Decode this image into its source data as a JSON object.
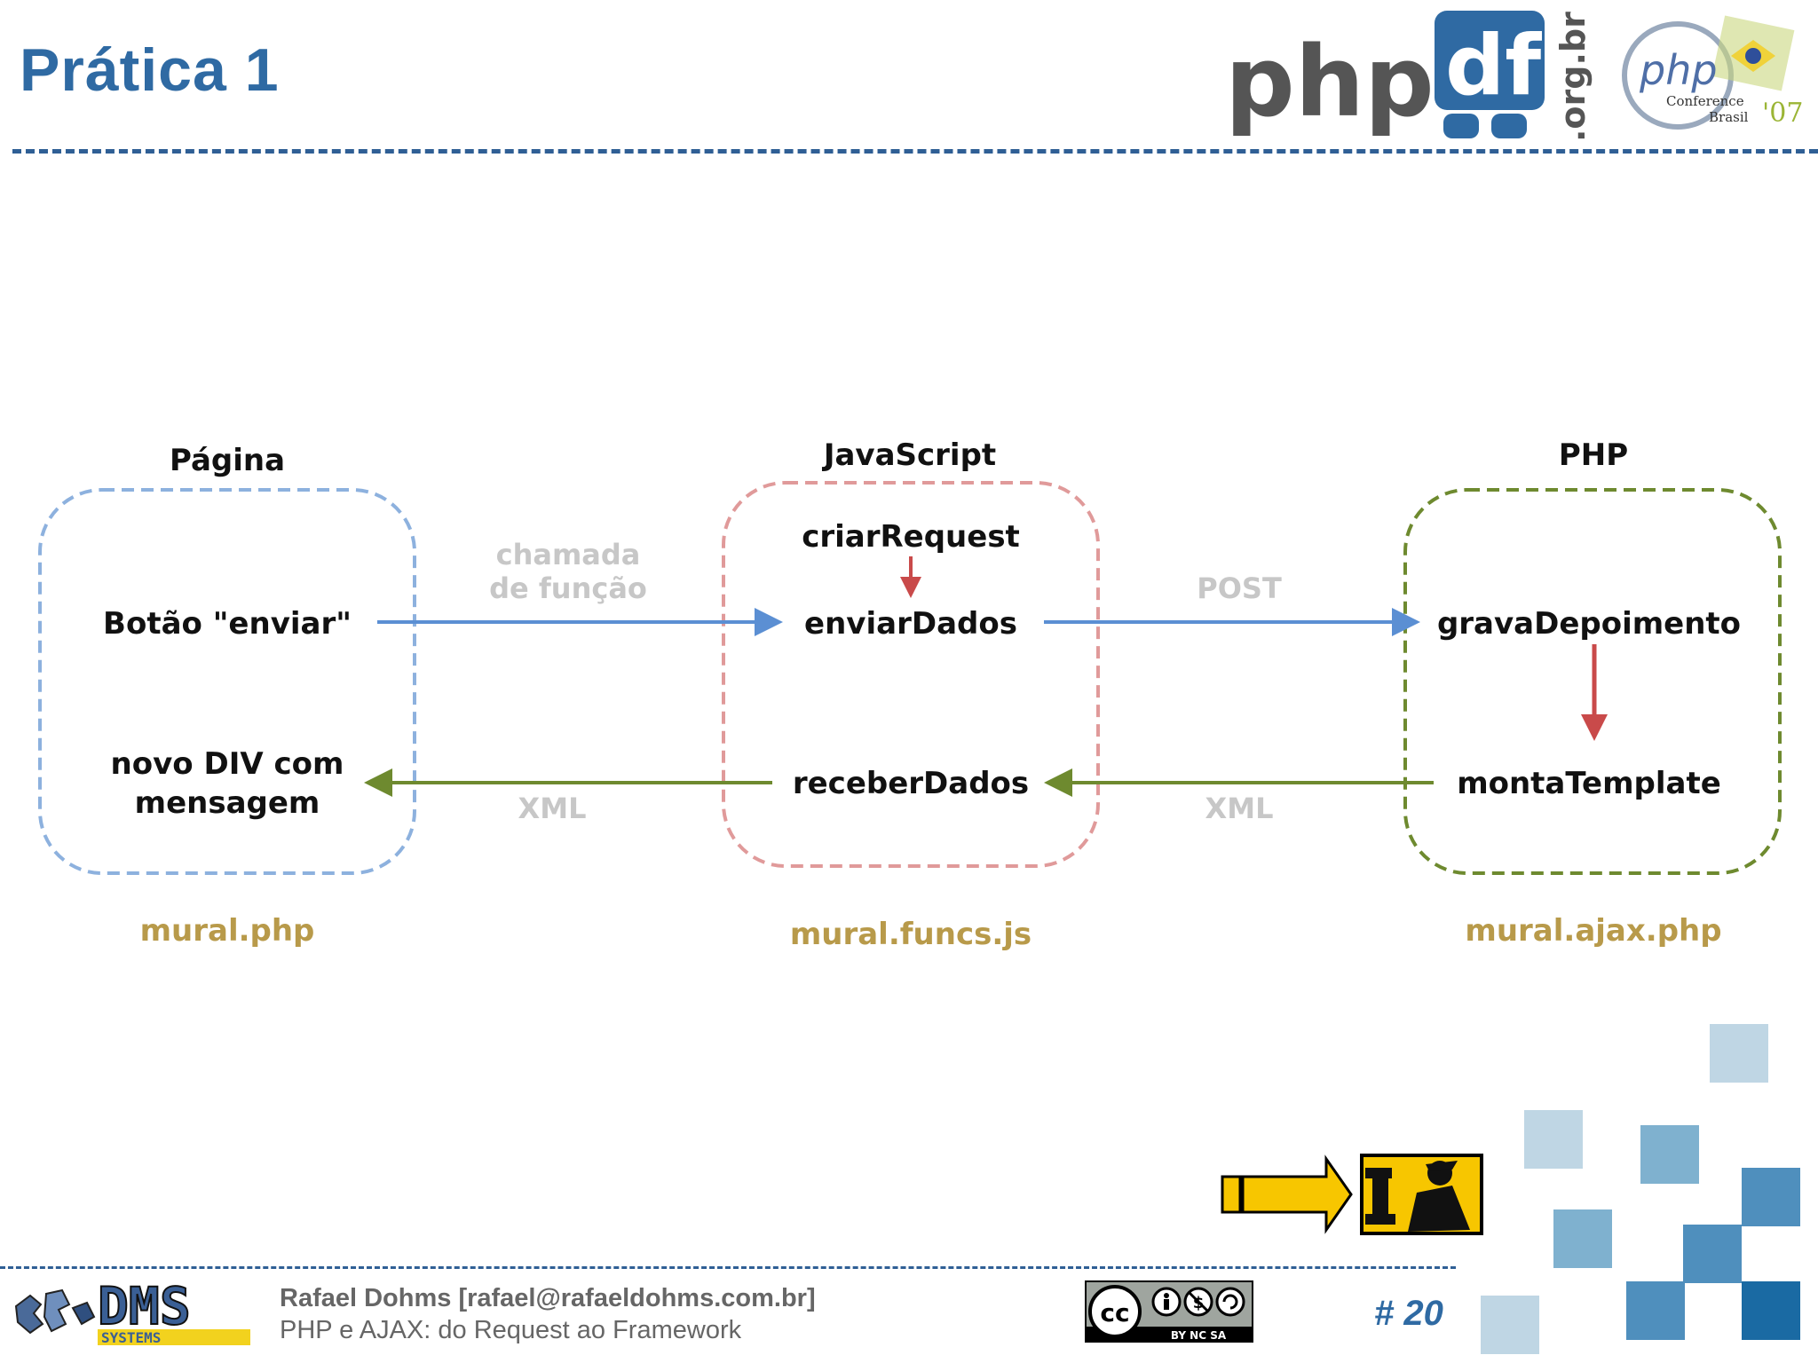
{
  "slide": {
    "title": "Prática 1",
    "page_number": "# 20"
  },
  "header": {
    "logo_php": "php",
    "logo_df": "df",
    "logo_domain": ".org.br",
    "conf_php": "php",
    "conf_line1": "Conference",
    "conf_line2": "Brasil",
    "conf_year": "'07"
  },
  "diagram": {
    "columns": [
      {
        "heading": "Página",
        "file": "mural.php",
        "color": "#6f9fd4"
      },
      {
        "heading": "JavaScript",
        "file": "mural.funcs.js",
        "color": "#d98080"
      },
      {
        "heading": "PHP",
        "file": "mural.ajax.php",
        "color": "#6e8a2f"
      }
    ],
    "nodes": {
      "botao": "Botão \"enviar\"",
      "novo_div_line1": "novo DIV com",
      "novo_div_line2": "mensagem",
      "criar": "criarRequest",
      "enviar": "enviarDados",
      "receber": "receberDados",
      "grava": "gravaDepoimento",
      "monta": "montaTemplate"
    },
    "edges": {
      "chamada_line1": "chamada",
      "chamada_line2": "de função",
      "post": "POST",
      "xml_left": "XML",
      "xml_right": "XML"
    },
    "colors": {
      "request": "#5b8fd3",
      "response": "#6e8a2f",
      "internal": "#c94a4a",
      "file": "#b89a4a",
      "edge_label": "#c7c7c7"
    }
  },
  "footer": {
    "logo_text": "DMS",
    "logo_sub": "SYSTEMS",
    "author": "Rafael Dohms [rafael@rafaeldohms.com.br]",
    "talk": "PHP e AJAX: do Request ao Framework",
    "cc_label": "cc",
    "cc_terms": "BY  NC  SA"
  }
}
